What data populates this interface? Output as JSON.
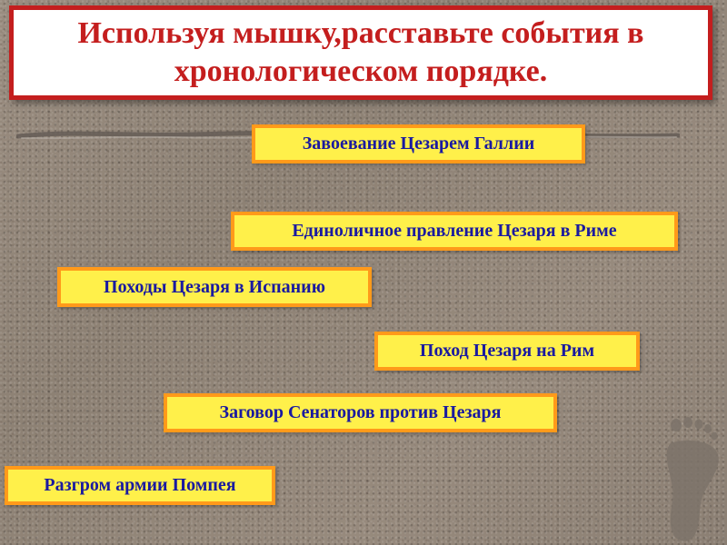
{
  "title": "Используя мышку,расставьте события в хронологическом порядке.",
  "events": [
    {
      "label": "Завоевание Цезарем Галлии"
    },
    {
      "label": "Единоличное правление Цезаря в Риме"
    },
    {
      "label": "Походы Цезаря в Испанию"
    },
    {
      "label": "Поход Цезаря на Рим"
    },
    {
      "label": "Заговор Сенаторов против Цезаря"
    },
    {
      "label": "Разгром армии Помпея"
    }
  ],
  "colors": {
    "title_border": "#c41e1e",
    "title_text": "#c41e1e",
    "event_fill": "#fff04a",
    "event_border": "#ff9a1a",
    "event_text": "#1a1aa0"
  },
  "icons": {
    "decor_line": "brush-stroke-line",
    "footprint": "footprint-icon"
  }
}
